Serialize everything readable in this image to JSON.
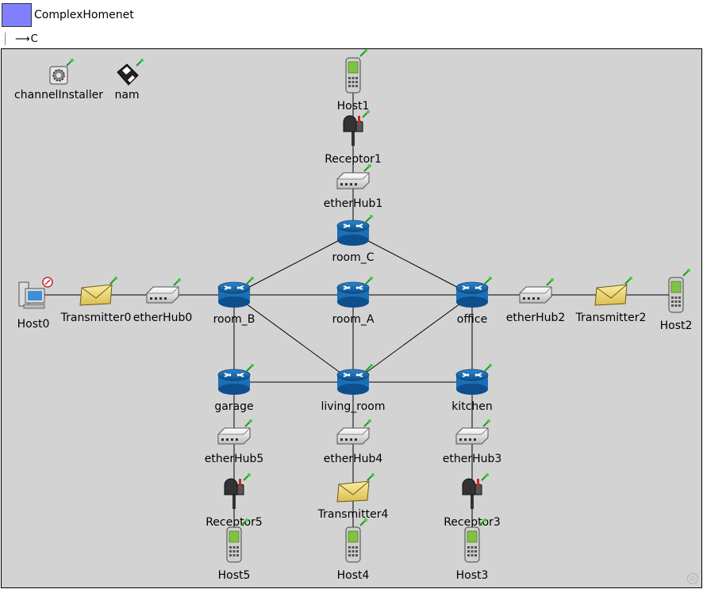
{
  "window": {
    "title": "ComplexHomenet",
    "title_color": "#8080ff",
    "type_label": "C"
  },
  "colors": {
    "router": "#1b6fb5",
    "hub": "#e8e8e8",
    "transmitter": "#f0dc78",
    "host": "#7fc341",
    "canvas": "#d3d3d3"
  },
  "nodes": [
    {
      "id": "channelInstaller",
      "label": "channelInstaller",
      "icon": "gear-icon",
      "kind": "gear"
    },
    {
      "id": "nam",
      "label": "nam",
      "icon": "floppy-icon",
      "kind": "floppy"
    },
    {
      "id": "Host1",
      "label": "Host1",
      "icon": "phone-icon",
      "kind": "phone"
    },
    {
      "id": "Receptor1",
      "label": "Receptor1",
      "icon": "mailbox-icon",
      "kind": "mailbox"
    },
    {
      "id": "etherHub1",
      "label": "etherHub1",
      "icon": "hub-icon",
      "kind": "hub"
    },
    {
      "id": "room_C",
      "label": "room_C",
      "icon": "router-icon",
      "kind": "router"
    },
    {
      "id": "Host0",
      "label": "Host0",
      "icon": "desktop-pc-icon",
      "kind": "pc"
    },
    {
      "id": "Transmitter0",
      "label": "Transmitter0",
      "icon": "envelope-icon",
      "kind": "envelope"
    },
    {
      "id": "etherHub0",
      "label": "etherHub0",
      "icon": "hub-icon",
      "kind": "hub"
    },
    {
      "id": "room_B",
      "label": "room_B",
      "icon": "router-icon",
      "kind": "router"
    },
    {
      "id": "room_A",
      "label": "room_A",
      "icon": "router-icon",
      "kind": "router"
    },
    {
      "id": "office",
      "label": "office",
      "icon": "router-icon",
      "kind": "router"
    },
    {
      "id": "etherHub2",
      "label": "etherHub2",
      "icon": "hub-icon",
      "kind": "hub"
    },
    {
      "id": "Transmitter2",
      "label": "Transmitter2",
      "icon": "envelope-icon",
      "kind": "envelope"
    },
    {
      "id": "Host2",
      "label": "Host2",
      "icon": "phone-icon",
      "kind": "phone"
    },
    {
      "id": "garage",
      "label": "garage",
      "icon": "router-icon",
      "kind": "router"
    },
    {
      "id": "living_room",
      "label": "living_room",
      "icon": "router-icon",
      "kind": "router"
    },
    {
      "id": "kitchen",
      "label": "kitchen",
      "icon": "router-icon",
      "kind": "router"
    },
    {
      "id": "etherHub5",
      "label": "etherHub5",
      "icon": "hub-icon",
      "kind": "hub"
    },
    {
      "id": "etherHub4",
      "label": "etherHub4",
      "icon": "hub-icon",
      "kind": "hub"
    },
    {
      "id": "etherHub3",
      "label": "etherHub3",
      "icon": "hub-icon",
      "kind": "hub"
    },
    {
      "id": "Receptor5",
      "label": "Receptor5",
      "icon": "mailbox-icon",
      "kind": "mailbox"
    },
    {
      "id": "Transmitter4",
      "label": "Transmitter4",
      "icon": "envelope-icon",
      "kind": "envelope"
    },
    {
      "id": "Receptor3",
      "label": "Receptor3",
      "icon": "mailbox-icon",
      "kind": "mailbox"
    },
    {
      "id": "Host5",
      "label": "Host5",
      "icon": "phone-icon",
      "kind": "phone"
    },
    {
      "id": "Host4",
      "label": "Host4",
      "icon": "phone-icon",
      "kind": "phone"
    },
    {
      "id": "Host3",
      "label": "Host3",
      "icon": "phone-icon",
      "kind": "phone"
    }
  ],
  "links": [
    [
      "Host1",
      "Receptor1"
    ],
    [
      "Receptor1",
      "etherHub1"
    ],
    [
      "etherHub1",
      "room_C"
    ],
    [
      "room_C",
      "room_B"
    ],
    [
      "room_C",
      "office"
    ],
    [
      "Host0",
      "Transmitter0"
    ],
    [
      "Transmitter0",
      "etherHub0"
    ],
    [
      "etherHub0",
      "room_B"
    ],
    [
      "room_B",
      "room_A"
    ],
    [
      "room_A",
      "office"
    ],
    [
      "office",
      "etherHub2"
    ],
    [
      "etherHub2",
      "Transmitter2"
    ],
    [
      "Transmitter2",
      "Host2"
    ],
    [
      "room_B",
      "living_room"
    ],
    [
      "room_A",
      "living_room"
    ],
    [
      "office",
      "living_room"
    ],
    [
      "room_B",
      "garage"
    ],
    [
      "office",
      "kitchen"
    ],
    [
      "garage",
      "living_room"
    ],
    [
      "living_room",
      "kitchen"
    ],
    [
      "garage",
      "etherHub5"
    ],
    [
      "etherHub5",
      "Receptor5"
    ],
    [
      "Receptor5",
      "Host5"
    ],
    [
      "living_room",
      "etherHub4"
    ],
    [
      "etherHub4",
      "Transmitter4"
    ],
    [
      "Transmitter4",
      "Host4"
    ],
    [
      "kitchen",
      "etherHub3"
    ],
    [
      "etherHub3",
      "Receptor3"
    ],
    [
      "Receptor3",
      "Host3"
    ]
  ]
}
